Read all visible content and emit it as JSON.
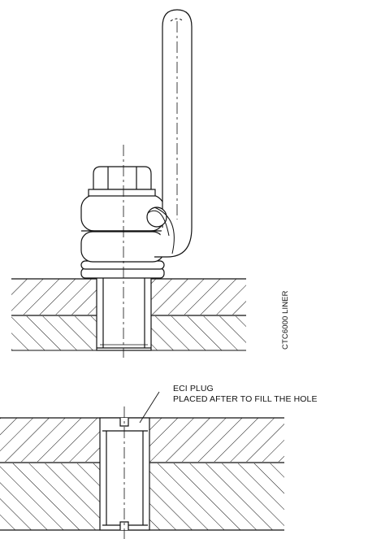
{
  "labels": {
    "plug_title": "ECI PLUG",
    "plug_note": "PLACED AFTER TO FILL THE HOLE",
    "liner": "CTC6000 LINER"
  },
  "colors": {
    "line": "#111111",
    "background": "#ffffff"
  }
}
